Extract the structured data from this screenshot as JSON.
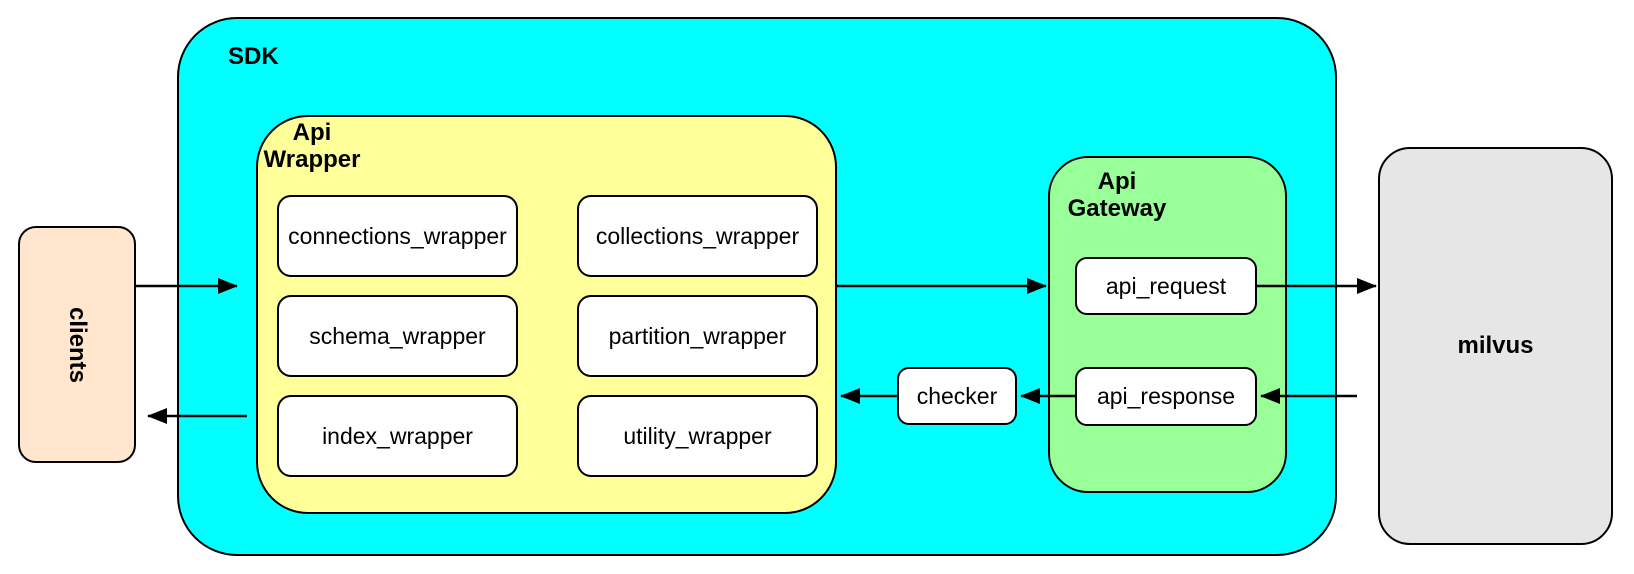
{
  "colors": {
    "sdk_fill": "#00FFFF",
    "api_wrapper_fill": "#FFFF99",
    "api_gateway_fill": "#99FF99",
    "clients_fill": "#FFE6CC",
    "milvus_fill": "#E6E6E6",
    "leaf_fill": "#FFFFFF",
    "border": "#000000"
  },
  "nodes": {
    "clients": {
      "label": "clients"
    },
    "sdk": {
      "label": "SDK"
    },
    "api_wrapper": {
      "label_lines": {
        "0": "Api",
        "1": "Wrapper"
      },
      "children": [
        {
          "label": "connections_wrapper"
        },
        {
          "label": "collections_wrapper"
        },
        {
          "label": "schema_wrapper"
        },
        {
          "label": "partition_wrapper"
        },
        {
          "label": "index_wrapper"
        },
        {
          "label": "utility_wrapper"
        }
      ]
    },
    "checker": {
      "label": "checker"
    },
    "api_gateway": {
      "label_lines": {
        "0": "Api",
        "1": "Gateway"
      },
      "children": [
        {
          "label": "api_request"
        },
        {
          "label": "api_response"
        }
      ]
    },
    "milvus": {
      "label": "milvus"
    }
  }
}
